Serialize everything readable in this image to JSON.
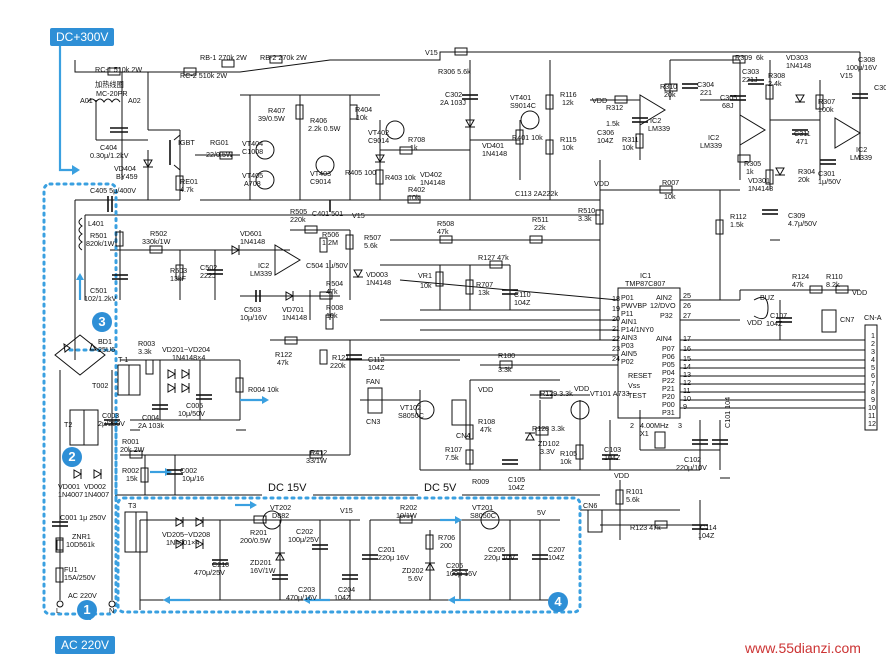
{
  "tags": {
    "dc300": "DC+300V",
    "ac220": "AC 220V",
    "dc15": "DC 15V",
    "dc5": "DC 5V"
  },
  "regions": [
    "1",
    "2",
    "3",
    "4"
  ],
  "watermark": "www.55dianzi.com",
  "parts": {
    "rc1": "RC-1 510k 2W",
    "rc2": "RC-2 510k 2W",
    "rb1": "RB-1 270k 2W",
    "rb2": "RB-2 270k 2W",
    "v15a": "V15",
    "r306": "R306 5.6k",
    "coil": "加热线圈",
    "coilm": "MC-20PR",
    "a01": "A01",
    "a02": "A02",
    "c404": "C404",
    "c404v": "0.30μ/1.2kV",
    "igbt": "IGBT",
    "vd404": "VD404",
    "by459": "BY459",
    "r407": "R407",
    "r407v": "39/0.5W",
    "rg01": "RG01",
    "rg01v": "22/0.5W",
    "re01": "RE01",
    "re01v": "4.7k",
    "vt404": "VT404",
    "c1008": "C1008",
    "vt405": "VT405",
    "a708": "A708",
    "r406": "R406",
    "r406v": "2.2k 0.5W",
    "vt403": "VT403",
    "c9014": "C9014",
    "r404": "R404",
    "r404v": "10k",
    "vt402": "VT402",
    "c9014b": "C9014",
    "r405": "R405 100",
    "r403": "R403 10k",
    "r708": "R708",
    "r708v": "1k",
    "vd402": "VD402",
    "vd402v": "1N4148",
    "r402": "R402",
    "r402v": "10k",
    "c302": "C302",
    "c302v": "2A 103J",
    "vd401": "VD401",
    "vd401v": "1N4148",
    "vt401": "VT401",
    "vt401v": "S9014C",
    "r401": "R401 10k",
    "r116": "R116",
    "r116v": "12k",
    "r115": "R115",
    "r115v": "10k",
    "vdd1": "VDD",
    "r312": "R312",
    "r312v": "1.5k",
    "c306": "C306",
    "c306v": "104Z",
    "r311": "R311",
    "r311v": "10k",
    "ic2a": "IC2",
    "ic2av": "LM339",
    "r310": "R310",
    "r310v": "20k",
    "c304": "C304",
    "c304v": "221",
    "r309": "R309",
    "r309v": "6k",
    "vd303": "VD303",
    "vd303v": "1N4148",
    "c303": "C303",
    "c303v": "221J",
    "r308": "R308",
    "r308v": "2.4k",
    "c305": "C305",
    "c305v": "68J",
    "ic2b": "IC2",
    "ic2bv": "LM339",
    "c311": "C311",
    "c311v": "471",
    "r307": "R307",
    "r307v": "100k",
    "c308": "C308",
    "c308v": "100μ/16V",
    "v15b": "V15",
    "c307": "C307 104Z",
    "ic2c": "IC2",
    "ic2cv": "LM339",
    "c301": "C301",
    "c301v": "1μ/50V",
    "r305": "R305",
    "r305v": "1k",
    "vd301": "VD301",
    "vd301v": "1N4148",
    "r304": "R304",
    "r304v": "20k",
    "c309": "C309",
    "c309v": "4.7μ/50V",
    "r112": "R112",
    "r112v": "1.5k",
    "r007": "R007",
    "r007v": "10k",
    "c405": "C405 5μ/400V",
    "c401": "C401 501",
    "c113": "C113 2A222k",
    "vdd2": "VDD",
    "r510": "R510",
    "r510v": "3.3k",
    "l401": "L401",
    "r501": "R501",
    "r501v": "820k/1W",
    "r502": "R502",
    "r502v": "330k/1W",
    "vd601": "VD601",
    "vd601v": "1N4148",
    "r505": "R505",
    "r505v": "220k",
    "r506": "R506",
    "r506v": "1.2M",
    "v15c": "V15",
    "r507": "R507",
    "r507v": "5.6k",
    "r508": "R508",
    "r508v": "47k",
    "r511": "R511",
    "r511v": "22k",
    "r503": "R503",
    "r503v": "13kF",
    "c502": "C502",
    "c502v": "222J",
    "ic2d": "IC2",
    "ic2dv": "LM339",
    "c504": "C504 1μ/50V",
    "vd003": "VD003",
    "vd003v": "1N4148",
    "vr1": "VR1",
    "vr1v": "10k",
    "r127": "R127 47k",
    "r707": "R707",
    "r707v": "13k",
    "c110": "C110",
    "c110v": "104Z",
    "c501": "C501",
    "c501v": "102/1.2kV",
    "c503": "C503",
    "c503v": "10μ/16V",
    "vd701": "VD701",
    "vd701v": "1N4148",
    "r504": "R504",
    "r504v": "47k",
    "r008": "R008",
    "r008v": "10k",
    "bd1": "BD1",
    "bd1v": "25U6",
    "r003": "R003",
    "r003v": "3.3k",
    "vd201": "VD201~VD204",
    "vd201v": "1N4148×4",
    "t001": "T-1",
    "r122": "R122",
    "r122v": "47k",
    "r121": "R121",
    "r121v": "220k",
    "c112": "C112",
    "c112v": "104Z",
    "r004": "R004 10k",
    "c005": "C005",
    "c005v": "10μ/50V",
    "c004": "C004",
    "c004v": "2A 103k",
    "t002": "T002",
    "fan": "FAN",
    "cn3": "CN3",
    "vt102": "VT102",
    "vt102v": "S8050C",
    "r180": "R180",
    "r180v": "3.3k",
    "vdd3": "VDD",
    "r108": "R108",
    "r108v": "47k",
    "cn4": "CN4",
    "r107": "R107",
    "r107v": "7.5k",
    "r009": "R009",
    "c105": "C105",
    "c105v": "104Z",
    "r129": "R129 3.3k",
    "vdd4": "VDD",
    "r128": "R128 3.3k",
    "vt101": "VT101 A733",
    "zd102": "ZD102",
    "zd102v": "3.3V",
    "r105": "R105",
    "r105v": "10k",
    "c103": "C103",
    "c103v": "104Z",
    "ic1": "IC1",
    "ic1v": "TMP87C807",
    "p01": "P01",
    "pwm": "PWVBP",
    "p11": "P11",
    "ain1": "AIN1",
    "p14": "P14/1NY0",
    "ain3": "AIN3",
    "p03": "P03",
    "ain5": "AIN5",
    "p02": "P02",
    "reset": "RESET",
    "vss": "Vss",
    "test": "TEST",
    "ain2": "AIN2",
    "dvd12": "12/DVO",
    "p32": "P32",
    "ain4": "AIN4",
    "p07": "P07",
    "p06": "P06",
    "p05": "P05",
    "p04": "P04",
    "p22": "P22",
    "p21": "P21",
    "p20": "P20",
    "p00": "P00",
    "p31": "P31",
    "xtal": "4.00MHz",
    "x1": "X1",
    "c102": "C102",
    "c102v": "220μ/10V",
    "c101": "C101 104",
    "r124": "R124",
    "r124v": "47k",
    "r110": "R110",
    "r110v": "8.2k",
    "vdd5": "VDD",
    "buz": "BUZ",
    "vdd6": "VDD",
    "c107": "C107",
    "c107v": "104Z",
    "cn7": "CN7",
    "cna": "CN-A",
    "cnpins": [
      "1",
      "2",
      "3",
      "4",
      "5",
      "6",
      "7",
      "8",
      "9",
      "10",
      "11",
      "12"
    ],
    "t2": "T2",
    "c003": "C003",
    "c003v": "2μ/250V",
    "r001": "R001",
    "r001v": "20k 2W",
    "r002": "R002",
    "r002v": "15k",
    "c002": "C002",
    "c002v": "10μ/16",
    "r412": "R412",
    "r412v": "33/1W",
    "vd001": "VD001",
    "vd001v": "1N4007",
    "vd002": "VD002",
    "vd002v": "1N4007",
    "c001": "C001 1μ 250V",
    "znr1": "ZNR1",
    "znr1v": "10D561k",
    "fu1": "FU1",
    "fu1v": "15A/250V",
    "acin": "AC 220V",
    "lpin": "L",
    "npin": "N",
    "t3": "T3",
    "vd205": "VD205~VD208",
    "vd205v": "1N4001×4",
    "vt202": "VT202",
    "d882": "D882",
    "r201": "R201",
    "r201v": "200/0.5W",
    "zd201": "ZD201",
    "zd201v": "16V/1W",
    "c202": "C202",
    "c202v": "100μ/25V",
    "c210": "C210",
    "c210v": "470μ/25V",
    "c203": "C203",
    "c203v": "470μ/16V",
    "c204": "C204",
    "c204v": "104Z",
    "v15d": "V15",
    "r202": "R202",
    "r202v": "10/1W",
    "vt201": "VT201",
    "vt201v": "S8050C",
    "v5": "5V",
    "c201": "C201",
    "c201v": "220μ 16V",
    "r706": "R706",
    "r706v": "200",
    "zd202": "ZD202",
    "zd202v": "5.6V",
    "c206": "C206",
    "c206v": "100μ 16V",
    "c205": "C205",
    "c205v": "220μ 10V",
    "c207": "C207",
    "c207v": "104Z",
    "cn6": "CN6",
    "r101": "R101",
    "r101v": "5.6k",
    "vdd7": "VDD",
    "r123": "R123 47k",
    "c114": "C114",
    "c114v": "104Z"
  }
}
